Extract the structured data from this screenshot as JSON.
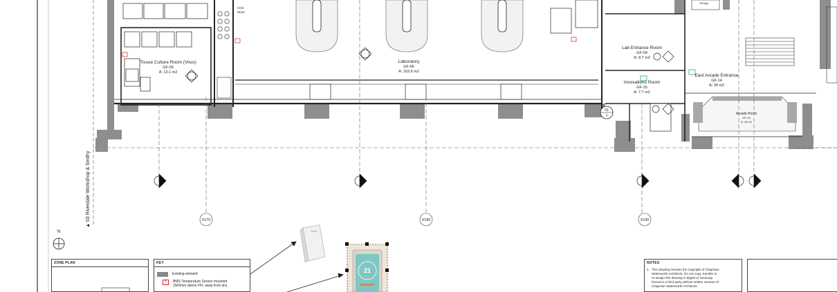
{
  "rooms": [
    {
      "name": "Tissue Culture Room (Virus)",
      "code": "GF-05",
      "area": "A: 13.1 m2"
    },
    {
      "name": "Laboratory",
      "code": "GF-06",
      "area": "A: 163.6 m2"
    },
    {
      "name": "Lab Entrance Room",
      "code": "GF-09",
      "area": "A: 8.7 m2"
    },
    {
      "name": "Innovations Room",
      "code": "GF-15",
      "area": "A: 7.7 m2"
    },
    {
      "name": "East Arcade Entrance",
      "code": "GF-14",
      "area": "A: 34 m2"
    },
    {
      "name": "Arcade Porch",
      "code": "GF-16",
      "area": "A: 18 m2"
    }
  ],
  "small_labels": {
    "co2_store": [
      "CO2",
      "Store"
    ],
    "refuge": "Refuge"
  },
  "gridlines": [
    "X170",
    "X180",
    "X190"
  ],
  "section_markers": [
    "01",
    "J"
  ],
  "side_title": "▲ 03  Riverdale Workshop & Smithy",
  "north_label": "N",
  "zone_plan": {
    "title": "ZONE PLAN"
  },
  "key": {
    "title": "KEY",
    "existing_element": "Existing element",
    "sensor_tag": "T",
    "sensor_text": [
      "BMS Temperature Sensor mounted",
      "1500mm above FFL away from any"
    ]
  },
  "notes": {
    "title": "NOTES",
    "number": "1.",
    "text": [
      "This drawing remains the copyright of Chapman",
      "Waterworth Architects. Do not copy, transfer or",
      "re-assign this drawing in digital or hardcopy",
      "format to a third party without written consent of",
      "Chapman Waterworth Architects."
    ]
  },
  "thermostat_display": "21",
  "colors": {
    "wall": "#8e8e8e",
    "tag_red": "#d22222",
    "tag_green": "#1a9a4a",
    "thermostat_screen": "#7fc7c3"
  }
}
